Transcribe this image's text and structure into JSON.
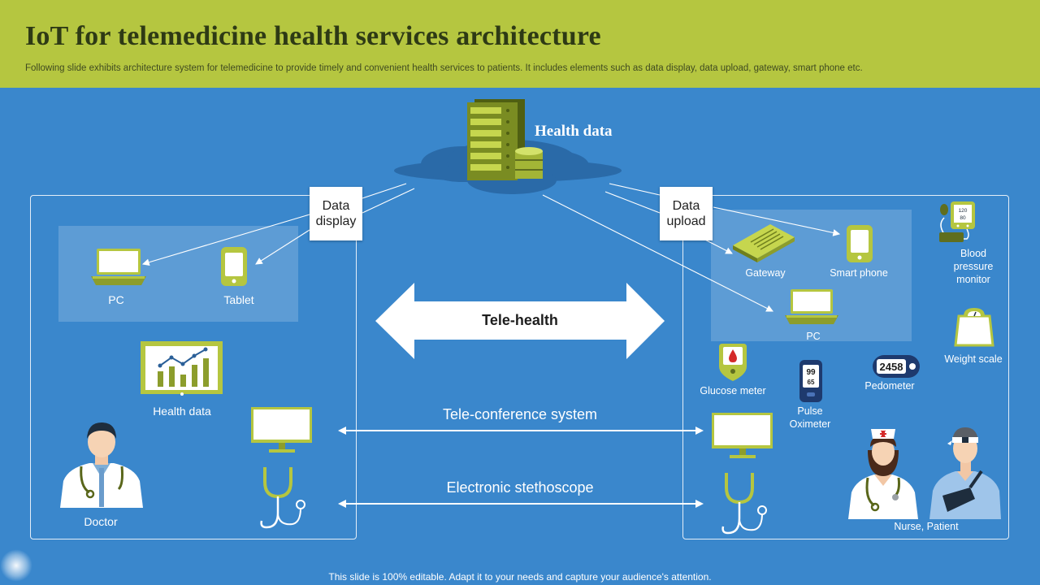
{
  "header": {
    "title": "IoT for telemedicine health services architecture",
    "subtitle": "Following slide exhibits architecture system for telemedicine to provide timely and convenient health services to patients. It includes elements such as data display, data upload, gateway, smart phone etc."
  },
  "cloud": {
    "label": "Health data"
  },
  "left": {
    "data_display": "Data display",
    "pc": "PC",
    "tablet": "Tablet",
    "health_data": "Health data",
    "doctor": "Doctor"
  },
  "center": {
    "tele_health": "Tele-health",
    "tele_conference": "Tele-conference system",
    "stethoscope": "Electronic stethoscope"
  },
  "right": {
    "data_upload": "Data upload",
    "gateway": "Gateway",
    "smart_phone": "Smart phone",
    "pc": "PC",
    "bp_monitor": "Blood pressure monitor",
    "weight_scale": "Weight scale",
    "glucose_meter": "Glucose meter",
    "pulse_oximeter": "Pulse Oximeter",
    "pedometer": "Pedometer",
    "pedometer_value": "2458",
    "oximeter_values": [
      "99",
      "65"
    ],
    "bp_values": [
      "120",
      "80"
    ],
    "nurse_patient": "Nurse, Patient"
  },
  "footer": {
    "text": "This slide is 100% editable. Adapt it to your needs and capture your audience's attention."
  },
  "colors": {
    "header": "#b5c640",
    "background": "#3a87cc",
    "accent_green": "#b5c640",
    "dark_green": "#5f6e1f",
    "cloud": "#2a6aa8"
  }
}
